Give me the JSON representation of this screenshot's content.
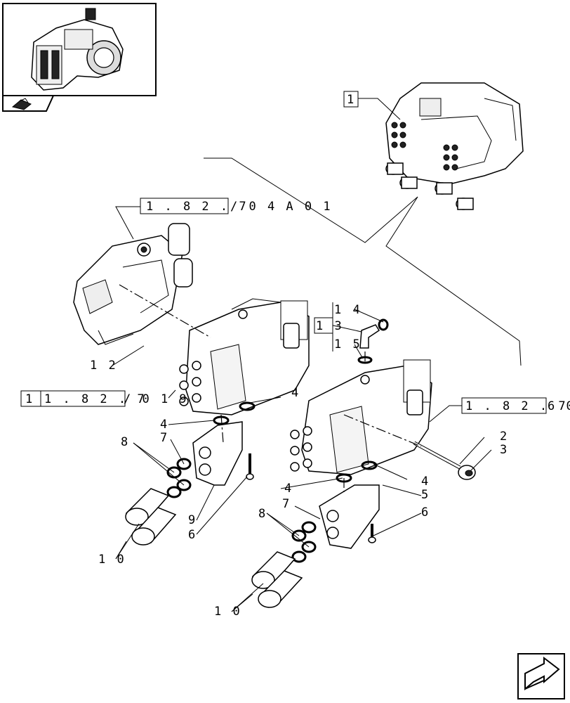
{
  "callouts": {
    "c1": "1",
    "c2": "2",
    "c3": "3",
    "c4a": "4",
    "c4b": "4",
    "c4c": "4",
    "c4d": "4",
    "c5": "5",
    "c6a": "6",
    "c6b": "6",
    "c7a": "7",
    "c7b": "7",
    "c8a": "8",
    "c8b": "8",
    "c9": "9",
    "c10a": "1 0",
    "c10b": "1 0",
    "c11": "1",
    "c12": "1 2",
    "c13": "1 3",
    "c14": "1 4",
    "c15": "1 5"
  },
  "references": {
    "ref_top_box": "1 . 8 2 . 7",
    "ref_top_tail": "/ 0 4 A   0 1",
    "ref_left_box": "1 . 8 2 . 7",
    "ref_left_tail": "/ 0 1 9",
    "ref_right_box": "1 . 8 2 . 7",
    "ref_right_tail": "6 0"
  },
  "icons": {
    "thumbnail": "tractor-rear-axle-thumbnail",
    "book": "manual-book-icon",
    "next": "next-page-arrow-icon"
  }
}
